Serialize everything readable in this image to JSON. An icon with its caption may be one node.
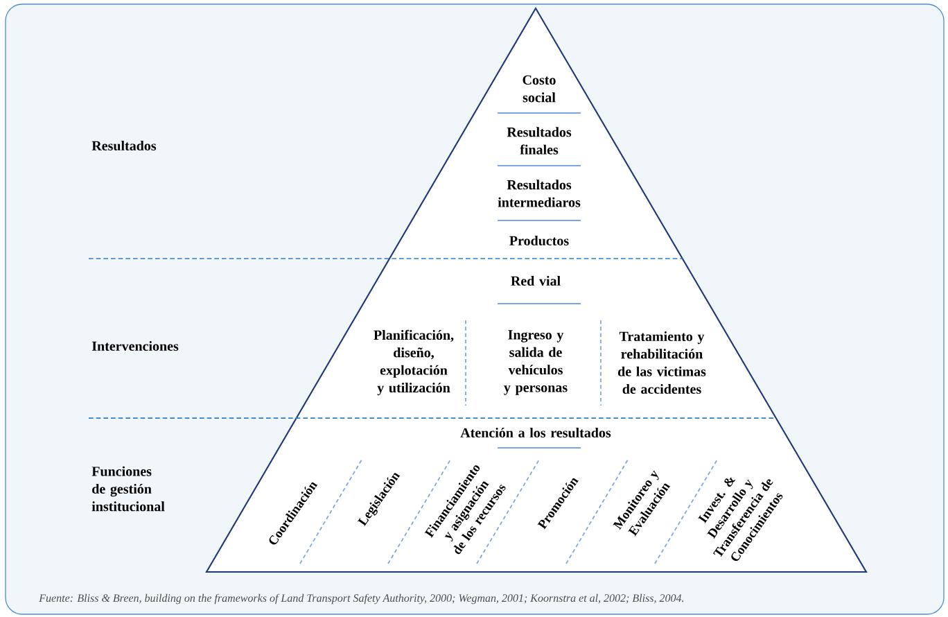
{
  "diagram": {
    "caption": "Fuente: Bliss & Breen, building on the frameworks of Land Transport Safety Authority, 2000; Wegman, 2001; Koornstra et al, 2002; Bliss, 2004.",
    "labels": [
      "Costo social",
      "Resultados finales",
      "Resultados",
      "Resultados intermediaros",
      "Productos",
      "Red vial",
      "Intervenciones",
      "Planificación, diseño, explotación y utilización",
      "Ingreso y salida de vehículos y personas",
      "Tratamiento y rehabilitación de las victimas de accidentes",
      "Atención a los resultados",
      "Funciones de gestión institucional",
      "Coordinación",
      "Legislación",
      "Financiamiento y asignación de los recursos",
      "Promoción",
      "Monitoreo y Evaluación",
      "Invest. & Desarrollo y Transferencia de Conocimientos"
    ]
  }
}
